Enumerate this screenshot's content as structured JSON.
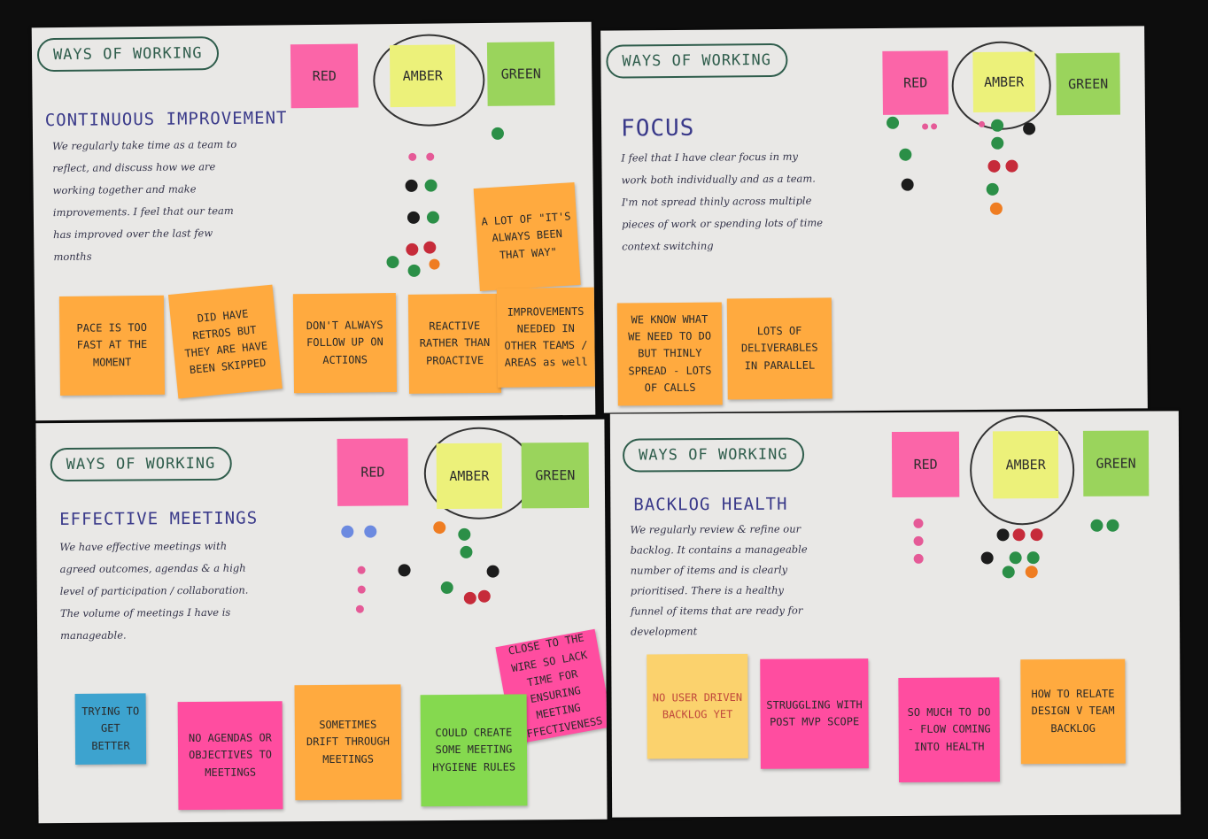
{
  "boards": [
    {
      "header": "WAYS OF WORKING",
      "title": "CONTINUOUS IMPROVEMENT",
      "description": "We regularly take time as a team to reflect, and discuss how we are working together and make improvements. I feel that our team has improved over the last few months",
      "rag": {
        "red": "RED",
        "amber": "AMBER",
        "green": "GREEN",
        "circled": "amber"
      },
      "notes": [
        "A LOT OF \"IT'S ALWAYS BEEN THAT WAY\"",
        "PACE IS TOO FAST AT THE MOMENT",
        "DID HAVE RETROS BUT THEY ARE HAVE BEEN SKIPPED",
        "DON'T ALWAYS FOLLOW UP ON ACTIONS",
        "REACTIVE RATHER THAN PROACTIVE",
        "IMPROVEMENTS NEEDED IN OTHER TEAMS / AREAS as well"
      ]
    },
    {
      "header": "WAYS OF WORKING",
      "title": "FOCUS",
      "description": "I feel that I have clear focus in my work both individually and as a team. I'm not spread thinly across multiple pieces of work or spending lots of time context switching",
      "rag": {
        "red": "RED",
        "amber": "AMBER",
        "green": "GREEN",
        "circled": "amber"
      },
      "notes": [
        "WE KNOW WHAT WE NEED TO DO BUT THINLY SPREAD - LOTS OF CALLS",
        "LOTS OF DELIVERABLES IN PARALLEL"
      ]
    },
    {
      "header": "WAYS OF WORKING",
      "title": "EFFECTIVE MEETINGS",
      "description": "We have effective meetings with agreed outcomes, agendas & a high level of participation / collaboration. The volume of meetings I have is manageable.",
      "rag": {
        "red": "RED",
        "amber": "AMBER",
        "green": "GREEN",
        "circled": "amber"
      },
      "notes": [
        "TRYING TO GET BETTER",
        "NO AGENDAS OR OBJECTIVES TO MEETINGS",
        "SOMETIMES DRIFT THROUGH MEETINGS",
        "COULD CREATE SOME MEETING HYGIENE RULES",
        "CLOSE TO THE WIRE SO LACK TIME FOR ENSURING MEETING EFFECTIVENESS"
      ]
    },
    {
      "header": "WAYS OF WORKING",
      "title": "BACKLOG HEALTH",
      "description": "We regularly review & refine our backlog. It contains a manageable number of items and is clearly prioritised. There is a healthy funnel of items that are ready for development",
      "rag": {
        "red": "RED",
        "amber": "AMBER",
        "green": "GREEN",
        "circled": "amber"
      },
      "notes": [
        "NO USER DRIVEN BACKLOG YET",
        "STRUGGLING WITH POST MVP SCOPE",
        "SO MUCH TO DO - FLOW COMING INTO HEALTH",
        "HOW TO RELATE DESIGN V TEAM BACKLOG"
      ]
    }
  ],
  "vote_colors": {
    "red": "#c62b3a",
    "green": "#2b8f47",
    "black": "#1c1c1c",
    "orange": "#ef7d22",
    "pink": "#e55a97",
    "blue": "#6c8ae0"
  }
}
